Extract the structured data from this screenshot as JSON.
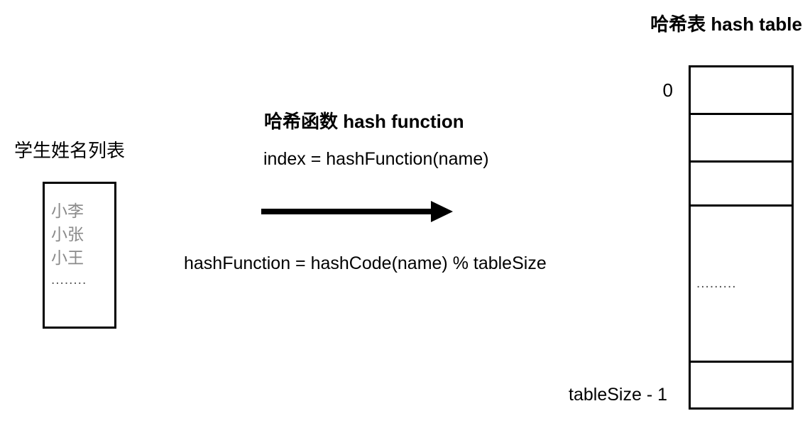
{
  "title": "哈希表 hash table",
  "student_list": {
    "label": "学生姓名列表",
    "names": [
      "小李",
      "小张",
      "小王"
    ],
    "ellipsis": "........"
  },
  "hash_function": {
    "heading": "哈希函数 hash function",
    "index_formula": "index = hashFunction(name)",
    "definition_formula": "hashFunction = hashCode(name) % tableSize"
  },
  "hash_table": {
    "first_index_label": "0",
    "last_index_label": "tableSize - 1",
    "cells": [
      "",
      "",
      "",
      ".........",
      ""
    ]
  },
  "colors": {
    "text": "#000000",
    "muted_text": "#8a8a8a",
    "line": "#000000",
    "background": "#ffffff"
  }
}
